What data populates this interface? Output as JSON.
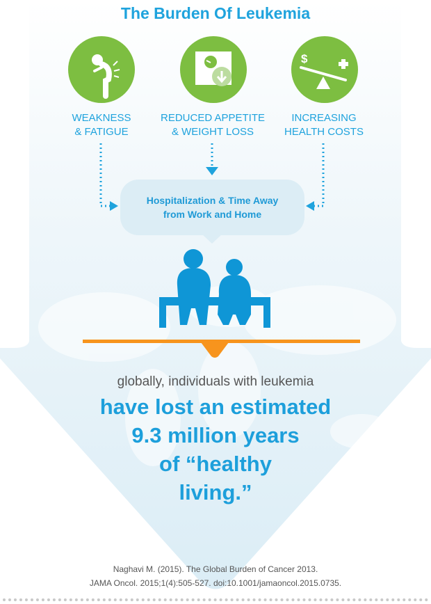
{
  "title": "The Burden Of Leukemia",
  "causes": [
    {
      "icon": "hunched-person-icon",
      "line1": "WEAKNESS",
      "line2": "& FATIGUE"
    },
    {
      "icon": "scale-weight-down-icon",
      "line1": "REDUCED APPETITE",
      "line2": "& WEIGHT LOSS"
    },
    {
      "icon": "cost-seesaw-icon",
      "line1": "INCREASING",
      "line2": "HEALTH COSTS"
    }
  ],
  "bubble": {
    "line1": "Hospitalization & Time Away",
    "line2": "from Work and Home"
  },
  "statement": {
    "intro": "globally, individuals with leukemia",
    "lines": [
      "have lost an estimated",
      "9.3 million years",
      "of “healthy",
      "living.”"
    ]
  },
  "citation": {
    "line1": "Naghavi M. (2015). The Global Burden of Cancer 2013.",
    "line2": "JAMA Oncol. 2015;1(4):505-527. doi:10.1001/jamaoncol.2015.0735."
  },
  "colors": {
    "blue": "#1fa3dd",
    "green": "#7dbe41",
    "orange": "#f7941d"
  }
}
